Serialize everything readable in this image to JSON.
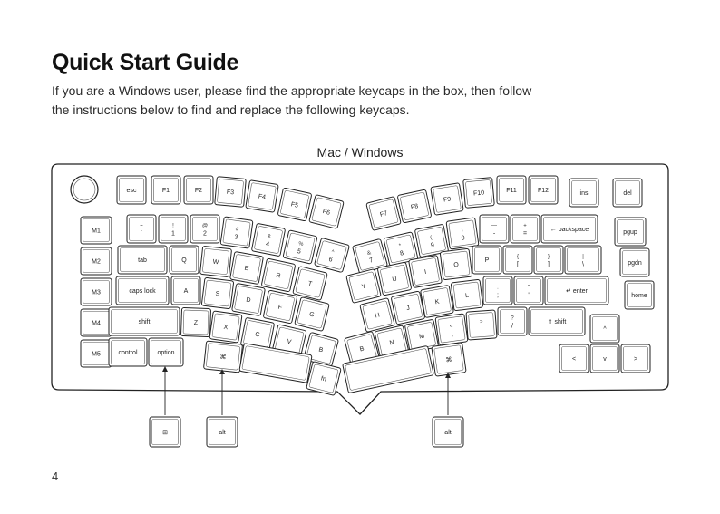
{
  "guide": {
    "title": "Quick Start Guide",
    "intro_line1": "If you are a Windows user, please find the appropriate keycaps in the box, then follow",
    "intro_line2": "the instructions below to find and replace the following keycaps.",
    "layout_label": "Mac / Windows",
    "page_number": "4"
  },
  "keyboard": {
    "macro_keys": [
      "M1",
      "M2",
      "M3",
      "M4",
      "M5"
    ],
    "left_keys": {
      "esc": "esc",
      "f1": "F1",
      "f2": "F2",
      "f3": "F3",
      "f4": "F4",
      "f5": "F5",
      "f6": "F6",
      "tab": "tab",
      "q": "Q",
      "w": "W",
      "e": "E",
      "r": "R",
      "t": "T",
      "caps": "caps lock",
      "a": "A",
      "s": "S",
      "d": "D",
      "f": "F",
      "g": "G",
      "shift": "shift",
      "z": "Z",
      "x": "X",
      "c": "C",
      "v": "V",
      "b": "B",
      "control": "control",
      "option": "option",
      "cmd": "⌘",
      "fn": "fn",
      "n1": "1",
      "n2": "2",
      "n3": "3",
      "n4": "4",
      "n5": "5",
      "n6": "6",
      "s1": "!",
      "s2": "@",
      "s3": "#",
      "s4": "$",
      "s5": "%",
      "s6": "^",
      "tilde": "~",
      "backtick": "`"
    },
    "right_keys": {
      "f7": "F7",
      "f8": "F8",
      "f9": "F9",
      "f10": "F10",
      "f11": "F11",
      "f12": "F12",
      "ins": "ins",
      "del": "del",
      "n7": "7",
      "n8": "8",
      "n9": "9",
      "n0": "0",
      "s7": "&",
      "s8": "*",
      "s9": "(",
      "s0": ")",
      "minus": "-",
      "minus_top": "—",
      "equal": "=",
      "plus": "+",
      "backspace": "← backspace",
      "y": "Y",
      "u": "U",
      "i": "I",
      "o": "O",
      "p": "P",
      "lbracket": "[",
      "lbrace": "{",
      "rbracket": "]",
      "rbrace": "}",
      "backslash": "\\",
      "pipe": "|",
      "h": "H",
      "j": "J",
      "k": "K",
      "l": "L",
      "semicolon": ";",
      "colon": ":",
      "quote": "'",
      "dquote": "\"",
      "enter": "↵ enter",
      "bkey": "B",
      "nkey": "N",
      "m": "M",
      "comma": ",",
      "lt": "<",
      "period": ".",
      "gt": ">",
      "slash": "/",
      "question": "?",
      "rshift": "⇧ shift",
      "rcmd": "⌘",
      "pgup": "pgup",
      "pgdn": "pgdn",
      "home": "home",
      "up": "^",
      "left": "<",
      "down": "v",
      "right": ">"
    },
    "replacement_keys": {
      "win": "⊞",
      "alt_left": "alt",
      "alt_right": "alt"
    }
  },
  "colors": {
    "outline": "#222222",
    "background": "#ffffff"
  }
}
